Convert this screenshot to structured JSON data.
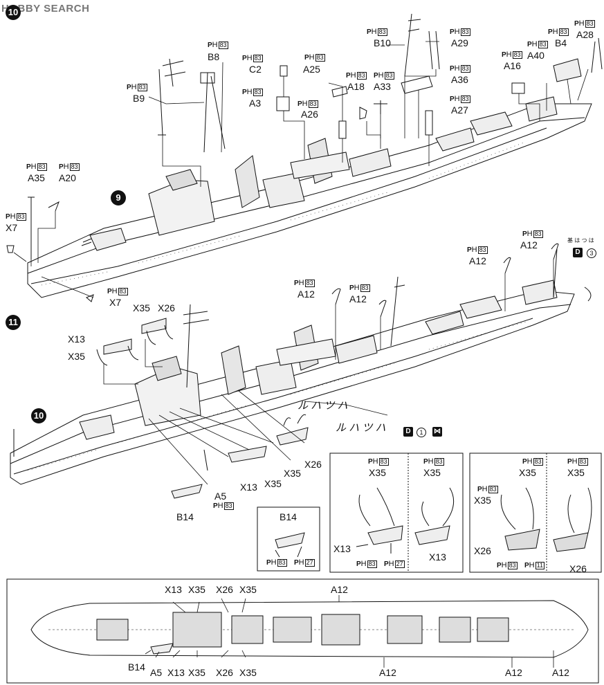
{
  "watermark": "HOBBY SEARCH",
  "steps": {
    "s9": "9",
    "s10": "10",
    "s10b": "10",
    "s11": "11"
  },
  "step9": {
    "labels": {
      "b8": "B8",
      "b9": "B9",
      "c2": "C2",
      "a3": "A3",
      "a25": "A25",
      "a26": "A26",
      "a18": "A18",
      "a33": "A33",
      "b10": "B10",
      "a29": "A29",
      "a36": "A36",
      "a27": "A27",
      "a16": "A16",
      "a40": "A40",
      "b4": "B4",
      "a28": "A28",
      "a35": "A35",
      "a20": "A20",
      "x7a": "X7",
      "x7b": "X7"
    },
    "parts_ref": {
      "prefix": "P",
      "sub": "H",
      "num": "83"
    }
  },
  "step10_11": {
    "labels": {
      "a12a": "A12",
      "a12b": "A12",
      "a12c": "A12",
      "a12d": "A12",
      "x35a": "X35",
      "x26a": "X26",
      "x13a": "X13",
      "x35b": "X35",
      "x26b": "X26",
      "x35c": "X35",
      "x13b": "X13",
      "x35d": "X35",
      "a5": "A5",
      "b14": "B14"
    },
    "katakana_a": "ル ハ ツ ハ",
    "katakana_b": "ル ハ ツ ハ",
    "ref_d": "D",
    "ref_num1": "1",
    "ref_num3": "3",
    "top_note": "基 は つ は"
  },
  "inset_b14": {
    "title": "B14",
    "ref1": "83",
    "ref2": "27"
  },
  "inset_x13": {
    "left": {
      "x35": "X35",
      "x13": "X13",
      "ref1": "83",
      "ref2": "27"
    },
    "right": {
      "x35": "X35",
      "x13": "X13"
    }
  },
  "inset_x26": {
    "left": {
      "x35top": "X35",
      "x35": "X35",
      "x26": "X26",
      "ref1": "83",
      "ref2": "11"
    },
    "right": {
      "x35": "X35",
      "x26": "X26"
    }
  },
  "plan": {
    "top": {
      "x13": "X13",
      "x35": "X35",
      "x26": "X26",
      "x35b": "X35",
      "a12": "A12"
    },
    "bottom": {
      "b14": "B14",
      "a5": "A5",
      "x13": "X13",
      "x35": "X35",
      "x26": "X26",
      "x35b": "X35",
      "a12a": "A12",
      "a12b": "A12",
      "a12c": "A12"
    }
  }
}
